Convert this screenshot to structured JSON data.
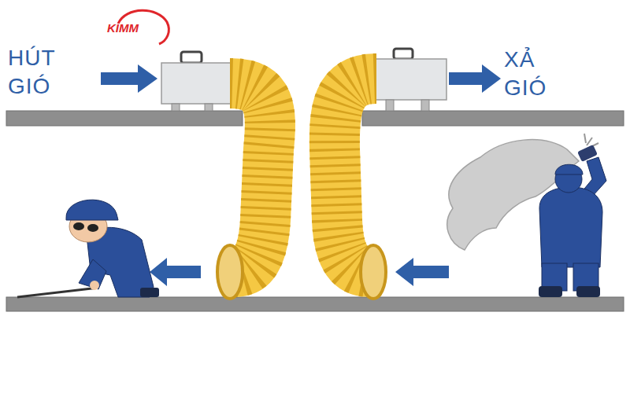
{
  "diagram": {
    "labels": [
      "HÚT GIÓ",
      "XẢ GIÓ",
      "KIMM"
    ]
  }
}
